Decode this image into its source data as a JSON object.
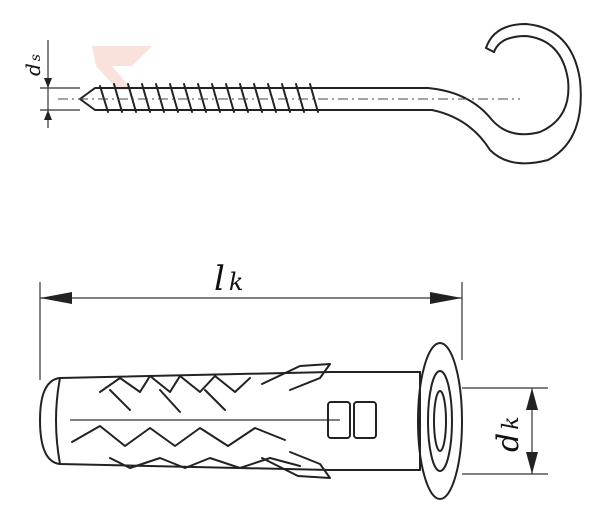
{
  "labels": {
    "ds_main": "d",
    "ds_sub": "s",
    "lk_main": "l",
    "lk_sub": "k",
    "dk_main": "d",
    "dk_sub": "k"
  },
  "watermark": {
    "color": "#f4c9c0"
  }
}
